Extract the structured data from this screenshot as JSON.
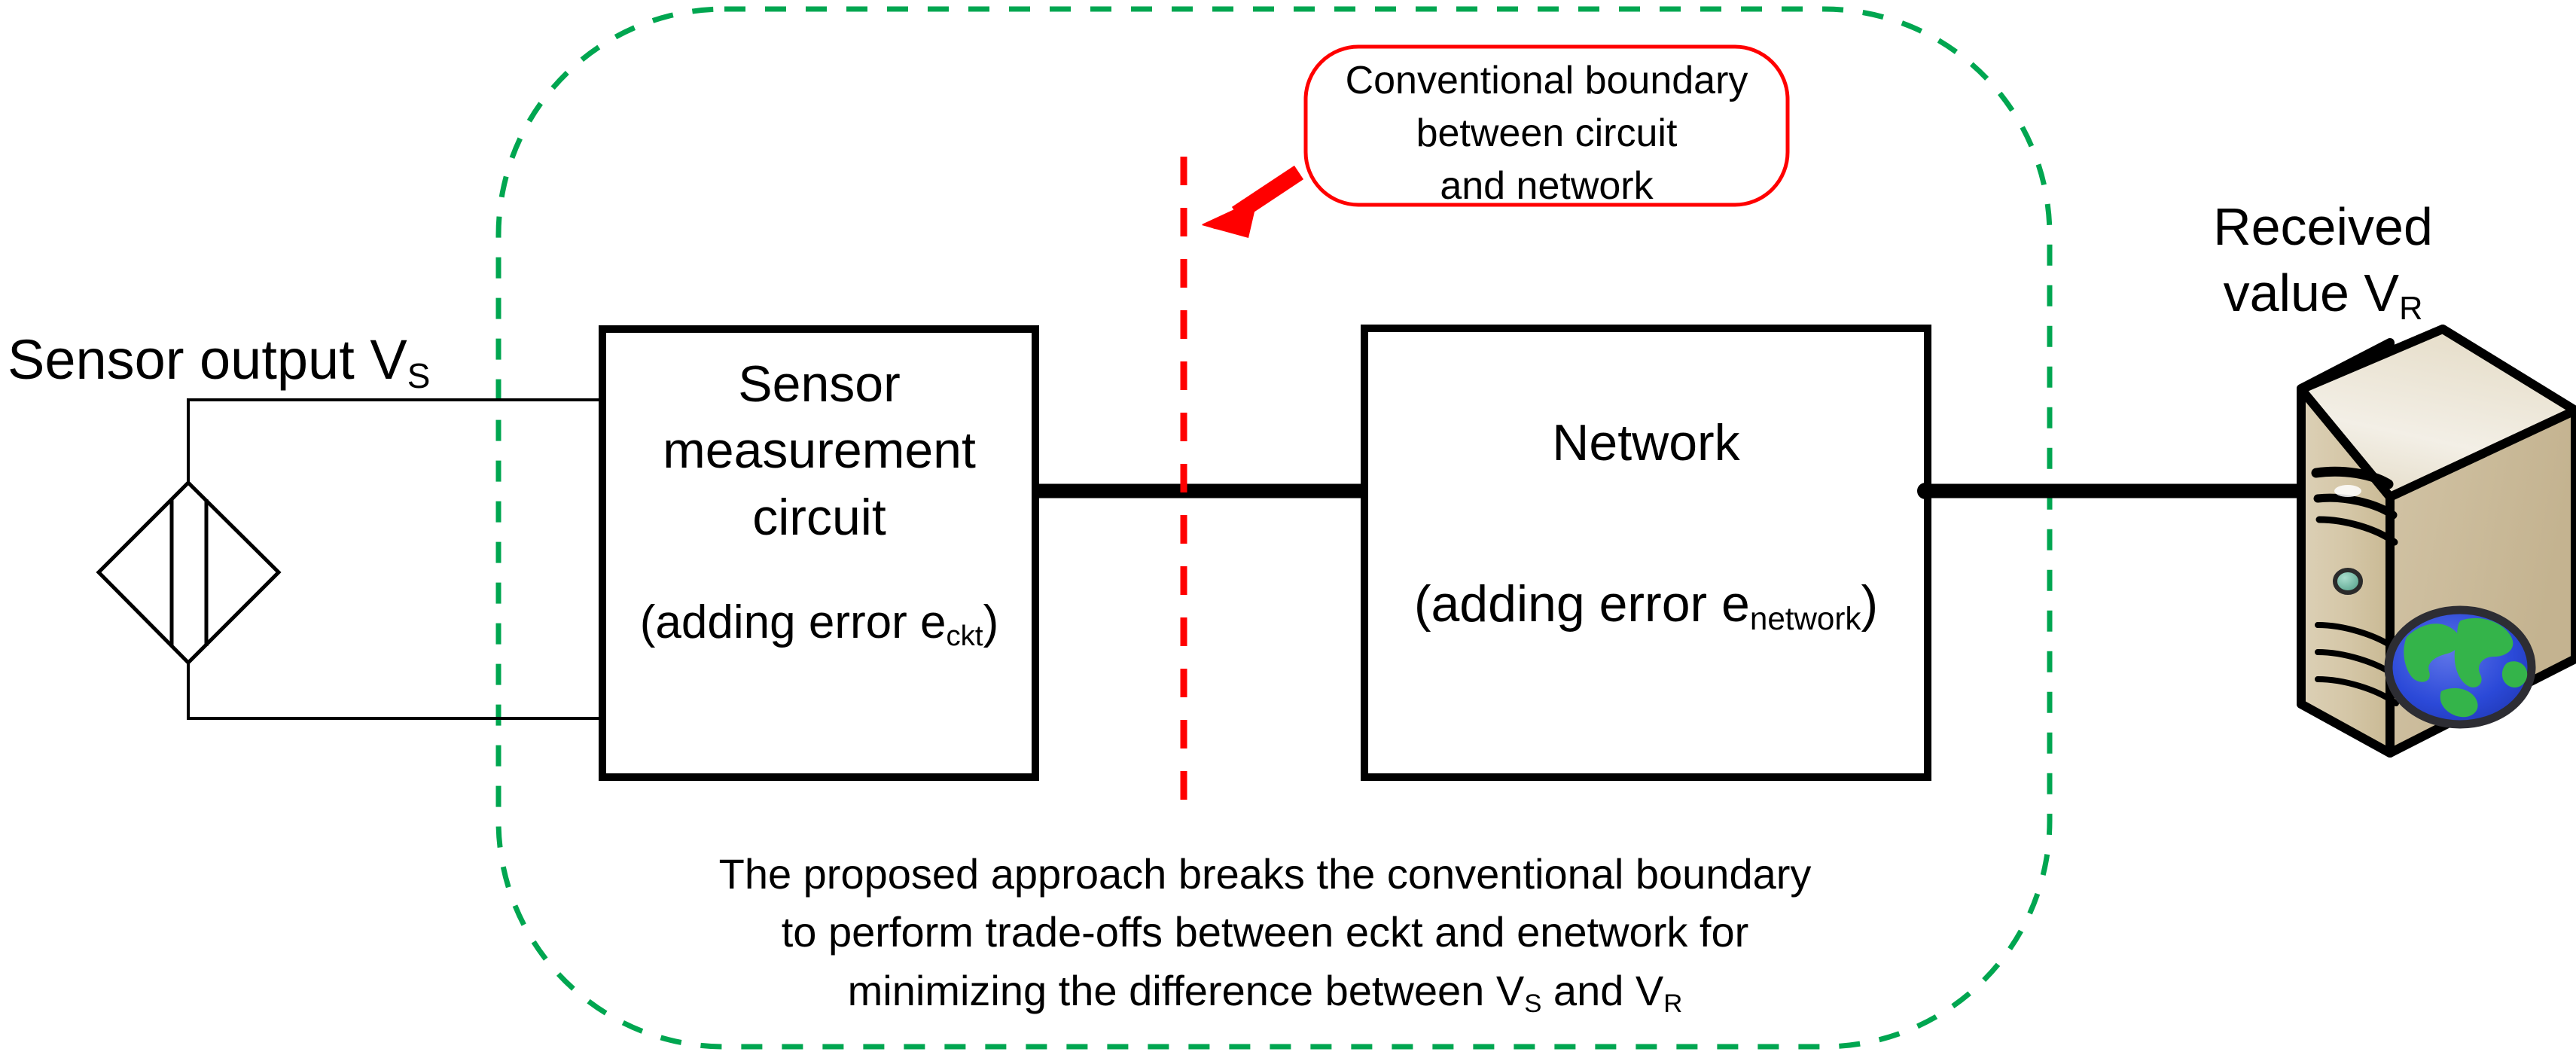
{
  "diagram": {
    "title": "Sensor measurement circuit and network error trade-off diagram",
    "colors": {
      "proposed_boundary_green": "#00A650",
      "callout_red": "#FF0000",
      "conventional_boundary_red": "#FF0000",
      "outline_black": "#000000",
      "server_body_beige": "#D8CBAF",
      "server_top_light": "#EFE9DC",
      "globe_blue": "#2B49D8",
      "globe_green": "#34B44A",
      "led_green": "#63B49B"
    },
    "left_label": {
      "text_prefix": "Sensor output V",
      "subscript": "S"
    },
    "sensor_box": {
      "line1": "Sensor",
      "line2": "measurement",
      "line3": "circuit",
      "error_prefix": "(adding error e",
      "error_subscript": "ckt",
      "error_suffix": ")"
    },
    "network_box": {
      "title": "Network",
      "error_prefix": "(adding error e",
      "error_subscript": "network",
      "error_suffix": ")"
    },
    "callout": {
      "line1": "Conventional boundary",
      "line2": "between circuit",
      "line3": "and network"
    },
    "right_label": {
      "line1": "Received",
      "line2_prefix": "value V",
      "line2_subscript": "R"
    },
    "caption": {
      "line1": "The proposed approach breaks the conventional boundary",
      "line2": "to perform trade-offs between eckt and enetwork for",
      "line3_prefix": "minimizing the difference between V",
      "line3_sub1": "S",
      "line3_mid": " and V",
      "line3_sub2": "R"
    },
    "icons": {
      "sensor_symbol": "transducer-diamond-icon",
      "server": "server-tower-icon",
      "globe": "globe-icon",
      "arrow": "callout-arrow-icon"
    }
  }
}
